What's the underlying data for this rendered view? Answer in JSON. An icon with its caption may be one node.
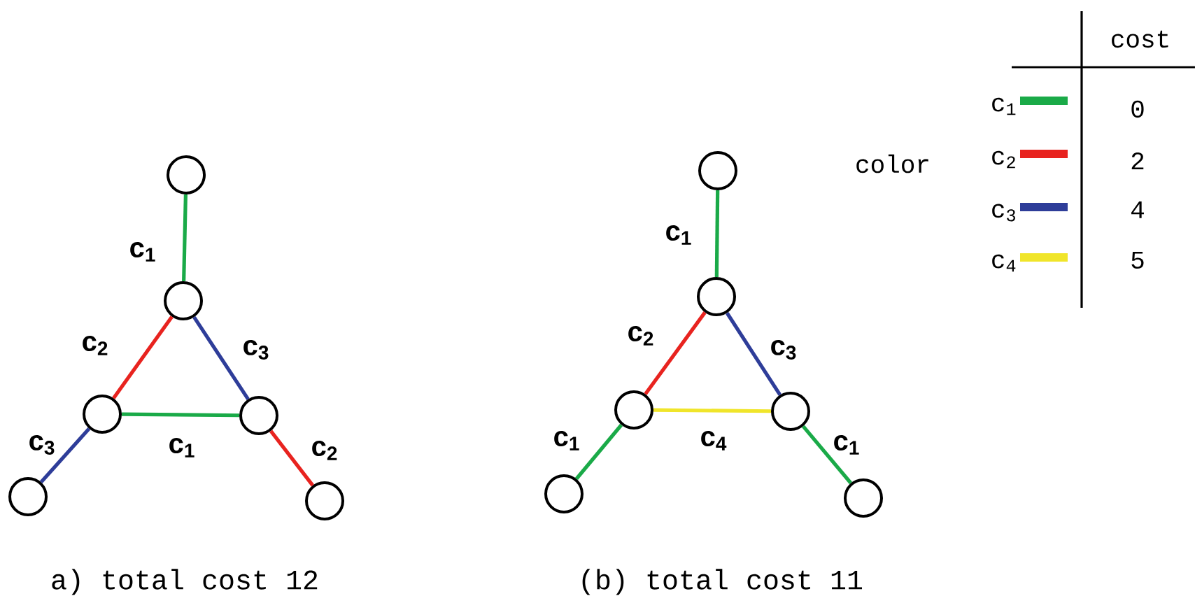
{
  "diagram": {
    "nodes": [
      {
        "text": [],
        "shape": "circle"
      },
      {
        "text": [],
        "shape": "circle"
      },
      {
        "text": [],
        "shape": "circle"
      },
      {
        "text": [],
        "shape": "circle"
      },
      {
        "text": [],
        "shape": "circle"
      },
      {
        "text": [],
        "shape": "circle"
      },
      {
        "text": [],
        "shape": "circle"
      },
      {
        "text": [],
        "shape": "circle"
      },
      {
        "text": [],
        "shape": "circle"
      },
      {
        "text": [],
        "shape": "circle"
      },
      {
        "text": [],
        "shape": "circle"
      },
      {
        "text": [],
        "shape": "circle"
      }
    ],
    "edges": [
      {
        "from": 0,
        "to": 1,
        "arrow": "none",
        "label": "c$_{1}$",
        "color": "#1aaa48"
      },
      {
        "from": 1,
        "to": 2,
        "arrow": "none",
        "label": "c$_{2}$",
        "color": "#e8231f"
      },
      {
        "from": 1,
        "to": 3,
        "arrow": "none",
        "label": "c$_{3}$",
        "color": "#2e3d99"
      },
      {
        "from": 2,
        "to": 3,
        "arrow": "none",
        "label": "c$_{1}$",
        "color": "#1aaa48"
      },
      {
        "from": 2,
        "to": 4,
        "arrow": "none",
        "label": "c$_{3}$",
        "color": "#2e3d99"
      },
      {
        "from": 3,
        "to": 5,
        "arrow": "none",
        "label": "c$_{2}$",
        "color": "#e8231f"
      },
      {
        "from": 6,
        "to": 7,
        "arrow": "none",
        "label": "c$_{1}$",
        "color": "#1aaa48"
      },
      {
        "from": 7,
        "to": 8,
        "arrow": "none",
        "label": "c$_{2}$",
        "color": "#e8231f"
      },
      {
        "from": 7,
        "to": 9,
        "arrow": "none",
        "label": "c$_{3}$",
        "color": "#2e3d99"
      },
      {
        "from": 8,
        "to": 9,
        "arrow": "none",
        "label": "c$_{4}$",
        "color": "#f0e52a"
      },
      {
        "from": 8,
        "to": 10,
        "arrow": "none",
        "label": "c$_{1}$",
        "color": "#1aaa48"
      },
      {
        "from": 9,
        "to": 11,
        "arrow": "none",
        "label": "c$_{1}$",
        "color": "#1aaa48"
      }
    ],
    "labels": [
      "a) total cost 12",
      "(b) total cost 11",
      "cost",
      "color",
      "0",
      "2",
      "4",
      "5"
    ],
    "legend": [
      {
        "text": "c$_{1}$",
        "color": "#1aaa48"
      },
      {
        "text": "c$_{2}$",
        "color": "#e8231f"
      },
      {
        "text": "c$_{3}$",
        "color": "#2e3d99"
      },
      {
        "text": "c$_{4}$",
        "color": "#f0e52a"
      }
    ]
  }
}
